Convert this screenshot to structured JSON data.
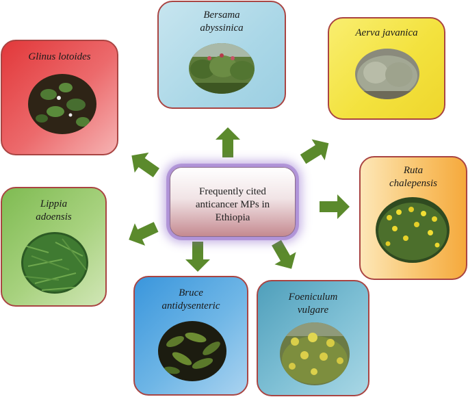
{
  "center": {
    "lines": [
      "Frequently cited",
      "anticancer MPs in",
      "Ethiopia"
    ]
  },
  "plants": [
    {
      "name_lines": [
        "Glinus lotoides"
      ],
      "color": "#e8534f"
    },
    {
      "name_lines": [
        "Bersama",
        "abyssinica"
      ],
      "color": "#a9d6e6"
    },
    {
      "name_lines": [
        "Aerva javanica"
      ],
      "color": "#f4e446"
    },
    {
      "name_lines": [
        "Ruta",
        "chalepensis"
      ],
      "color": "#f7b84e"
    },
    {
      "name_lines": [
        "Lippia",
        "adoensis"
      ],
      "color": "#92c56a"
    },
    {
      "name_lines": [
        "Bruce",
        "antidysenteric"
      ],
      "color": "#4aa6e2"
    },
    {
      "name_lines": [
        "Foeniculum",
        "vulgare"
      ],
      "color": "#69b1c6"
    }
  ],
  "arrow_color": "#5b8a2c"
}
